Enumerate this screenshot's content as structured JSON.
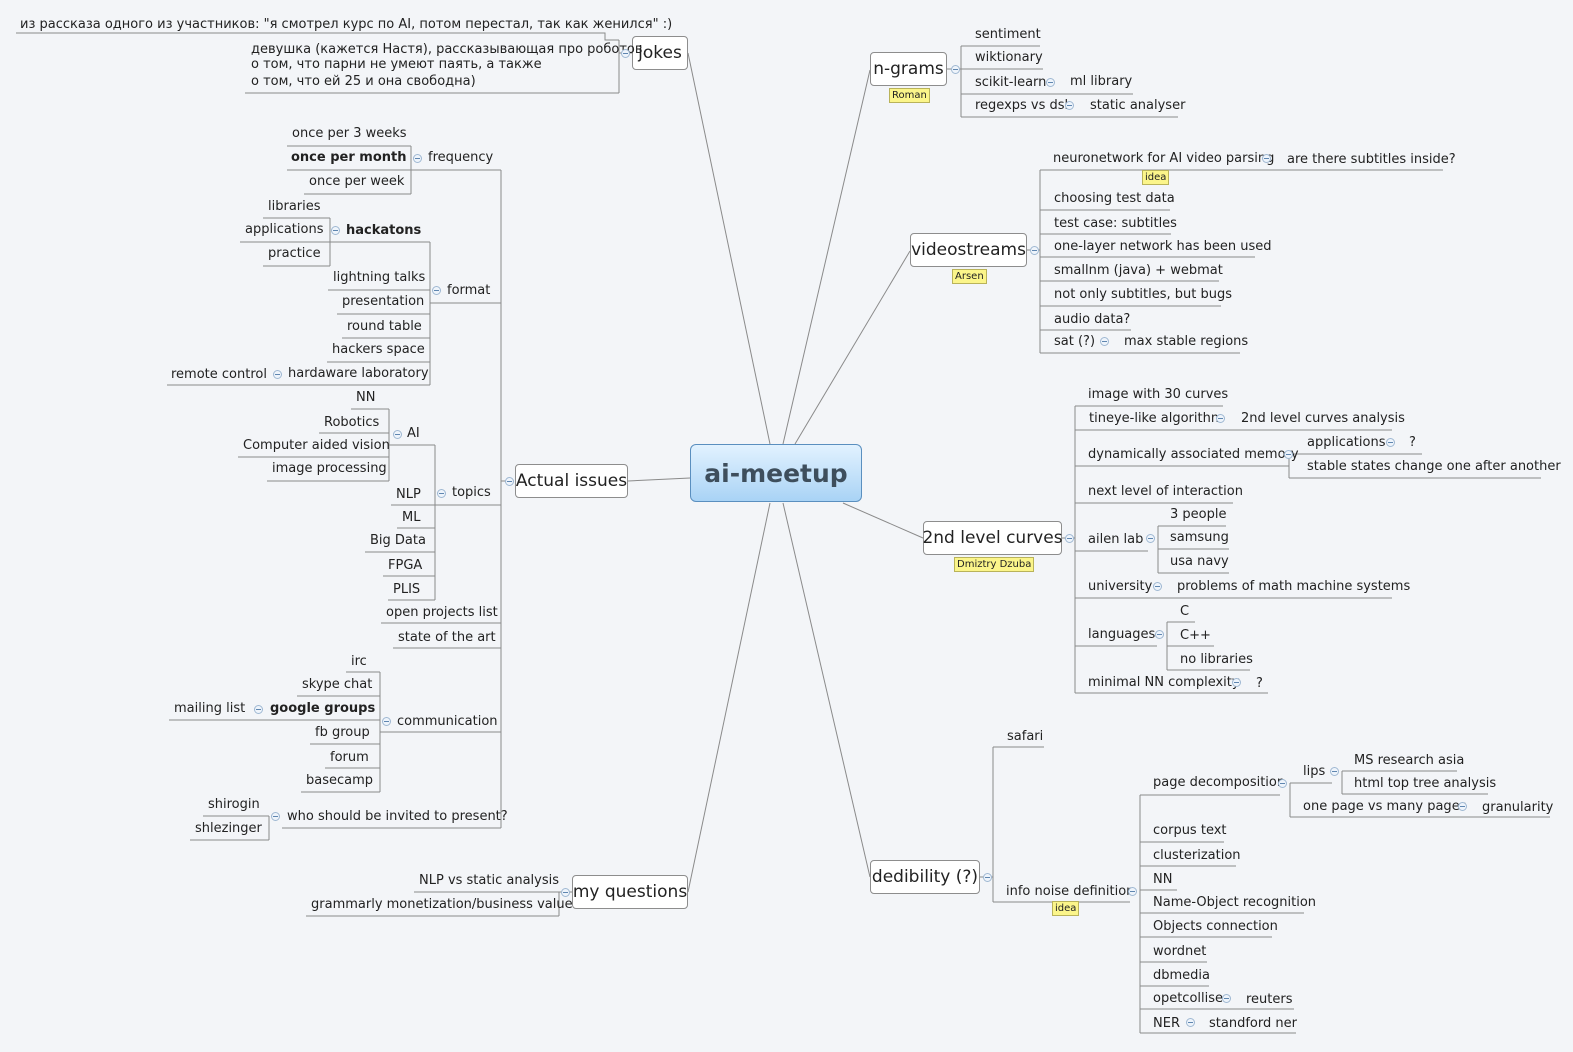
{
  "root": {
    "label": "ai-meetup"
  },
  "jokes": {
    "label": "jokes",
    "items": [
      "из рассказа одного из участников: \"я смотрел курс по AI, потом перестал, так как женился\" :)",
      "девушка (кажется Настя), рассказывающая про роботов,",
      "о том, что парни не умеют паять, а также",
      "о том, что ей 25 и она свободна)"
    ]
  },
  "actual": {
    "label": "Actual issues",
    "frequency": {
      "label": "frequency",
      "items": [
        "once per 3 weeks",
        "once per month",
        "once per week"
      ]
    },
    "format": {
      "label": "format",
      "hackatons": {
        "label": "hackatons",
        "items": [
          "libraries",
          "applications",
          "practice"
        ]
      },
      "items": [
        "lightning talks",
        "presentation",
        "round table",
        "hackers space"
      ],
      "hardware": {
        "label": "hardaware laboratory",
        "child": "remote control"
      }
    },
    "topics": {
      "label": "topics",
      "ai": {
        "label": "AI",
        "items": [
          "NN",
          "Robotics",
          "Computer aided vision",
          "image processing"
        ]
      },
      "items": [
        "NLP",
        "ML",
        "Big Data",
        "FPGA",
        "PLIS"
      ]
    },
    "open_projects": "open projects list",
    "state_of_art": "state of the art",
    "communication": {
      "label": "communication",
      "items": [
        "irc",
        "skype chat",
        "fb group",
        "forum",
        "basecamp"
      ],
      "google": {
        "label": "google groups",
        "child": "mailing list"
      }
    },
    "invite": {
      "label": "who should be invited to present?",
      "items": [
        "shirogin",
        "shlezinger"
      ]
    }
  },
  "my_questions": {
    "label": "my questions",
    "items": [
      "NLP vs static analysis",
      "grammarly monetization/business value"
    ]
  },
  "ngrams": {
    "label": "n-grams",
    "tag": "Roman",
    "items": [
      "sentiment",
      "wiktionary",
      "scikit-learn",
      "ml library",
      "regexps vs dsl",
      "static analyser"
    ]
  },
  "videostreams": {
    "label": "videostreams",
    "tag": "Arsen",
    "items": [
      "neuronetwork for AI video parsing",
      "are there subtitles inside?",
      "idea",
      "choosing test data",
      "test case: subtitles",
      "one-layer network has been used",
      "smallnm (java) + webmat",
      "not only subtitles, but bugs",
      "audio data?",
      "sat (?)",
      "max stable regions"
    ]
  },
  "curves": {
    "label": "2nd level curves",
    "tag": "Dmiztry Dzuba",
    "items": [
      "image with 30 curves",
      "tineye-like algorithm",
      "2nd level curves analysis",
      "dynamically associated memory",
      "applications",
      "?",
      "stable states change one after another",
      "next level of interaction",
      "ailen lab",
      "3 people",
      "samsung",
      "usa navy",
      "university",
      "problems of math machine systems",
      "languages",
      "C",
      "C++",
      "no libraries",
      "minimal NN complexity",
      "?"
    ]
  },
  "dedibility": {
    "label": "dedibility (?)",
    "items": [
      "safari",
      "info noise definition",
      "idea",
      "page decomposition",
      "lips",
      "MS research asia",
      "html top tree analysis",
      "one page vs many pages",
      "granularity",
      "corpus text",
      "clusterization",
      "NN",
      "Name-Object recognition",
      "Objects connection",
      "wordnet",
      "dbmedia",
      "opetcollise",
      "reuters",
      "NER",
      "standford ner"
    ]
  }
}
